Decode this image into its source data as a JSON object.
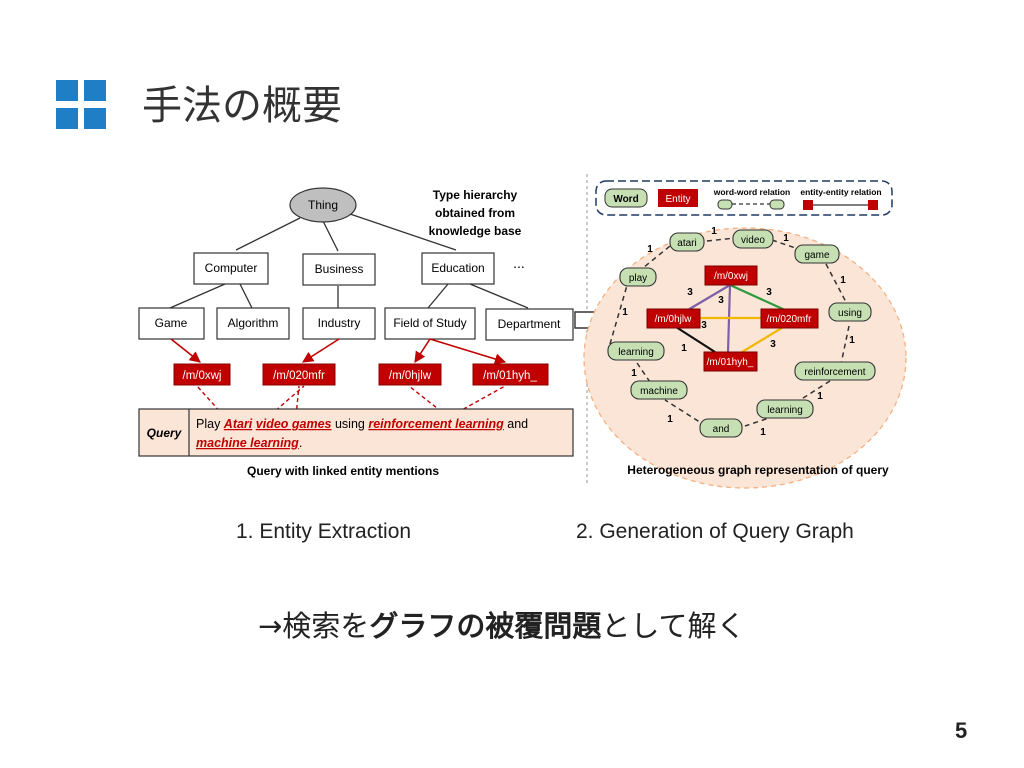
{
  "header": {
    "title": "手法の概要",
    "icon": "grid-icon",
    "accent_color": "#1f7fc6"
  },
  "left_diagram": {
    "root": "Thing",
    "type_hierarchy_note": [
      "Type hierarchy",
      "obtained from",
      "knowledge base"
    ],
    "level1": [
      "Computer",
      "Business",
      "Education"
    ],
    "ellipsis": "...",
    "level2": [
      "Game",
      "Algorithm",
      "Industry",
      "Field of Study",
      "Department"
    ],
    "entities": [
      "/m/0xwj",
      "/m/020mfr",
      "/m/0hjlw",
      "/m/01hyh_"
    ],
    "query_label": "Query",
    "query_parts": {
      "p1": "Play ",
      "e1": "Atari",
      "p2": " ",
      "e2": "video games",
      "p3": " using ",
      "e3": "reinforcement learning",
      "p4": " and",
      "e4": "machine learning",
      "p5": "."
    },
    "caption": "Query with linked entity mentions",
    "entity_color": "#c00000"
  },
  "right_diagram": {
    "legend": {
      "word": "Word",
      "entity": "Entity",
      "word_word": "word-word relation",
      "entity_entity": "entity-entity relation"
    },
    "word_nodes": [
      "atari",
      "video",
      "game",
      "play",
      "using",
      "learning",
      "reinforcement",
      "machine",
      "learning",
      "and"
    ],
    "entity_nodes": [
      "/m/0xwj",
      "/m/0hjlw",
      "/m/020mfr",
      "/m/01hyh_"
    ],
    "word_edge_weights": [
      "1",
      "1",
      "1",
      "1",
      "1",
      "1",
      "1",
      "1",
      "1",
      "1"
    ],
    "entity_edge_weights": [
      "3",
      "3",
      "3",
      "3",
      "1",
      "3"
    ],
    "caption": "Heterogeneous graph representation of query",
    "word_node_color": "#c6e0b4",
    "entity_node_color": "#c00000",
    "ellipse_color": "#fbe5d6"
  },
  "captions": {
    "step1": "1. Entity Extraction",
    "step2": "2. Generation of Query Graph"
  },
  "conclusion": {
    "pre": "→検索を",
    "bold": "グラフの被覆問題",
    "post": "として解く"
  },
  "page_number": "5"
}
